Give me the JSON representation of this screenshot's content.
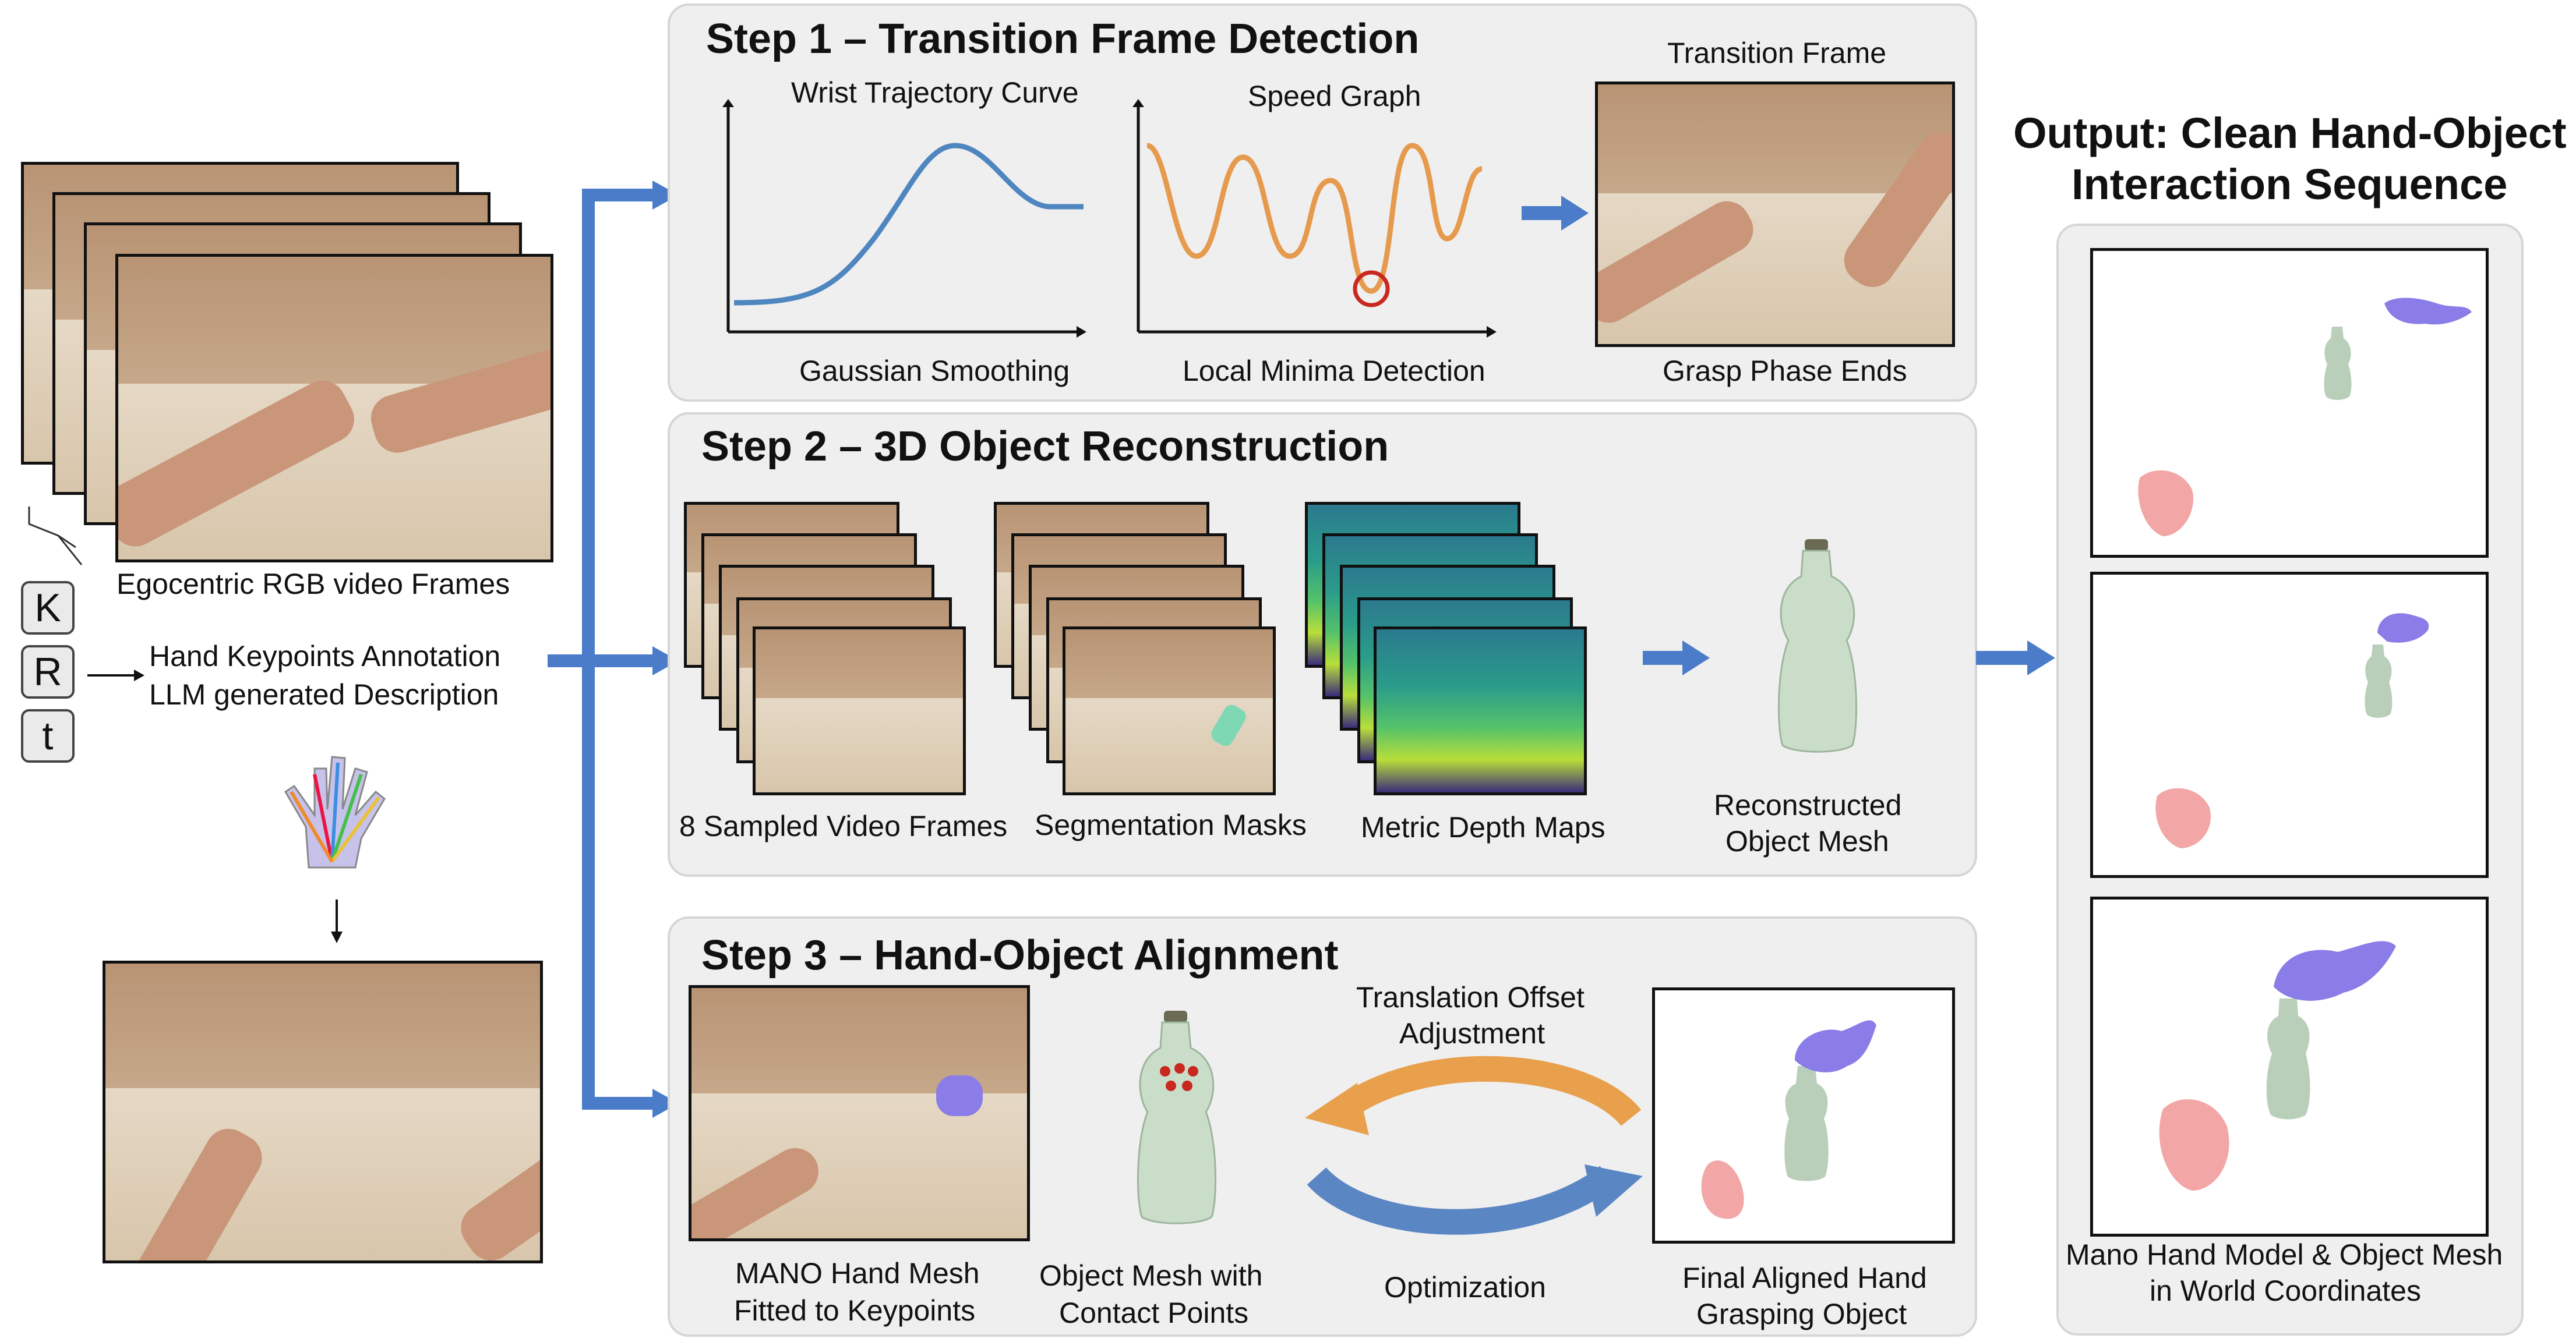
{
  "colors": {
    "arrow": "#4a7cc9",
    "curve": "#4f86c0",
    "speed": "#e69a4e",
    "minima": "#c8281e",
    "orange_arrow": "#e8a04c",
    "blue_arrow": "#5a86c4",
    "panel_bg": "#efefef",
    "hand_purple": "#8a7de8",
    "hand_pink": "#f2a6a6",
    "bottle": "#c9ddc9"
  },
  "input": {
    "frames_caption": "Egocentric RGB video Frames",
    "keys": [
      "K",
      "R",
      "t"
    ],
    "annotation_line1": "Hand Keypoints Annotation",
    "annotation_line2": "LLM generated Description"
  },
  "step1": {
    "title": "Step 1 – Transition Frame Detection",
    "wrist_label": "Wrist Trajectory Curve",
    "smoothing_label": "Gaussian Smoothing",
    "speed_label": "Speed Graph",
    "minima_label": "Local Minima Detection",
    "transition_label": "Transition Frame",
    "grasp_label": "Grasp Phase Ends"
  },
  "step2": {
    "title": "Step 2 – 3D Object Reconstruction",
    "sampled_label": "8 Sampled Video Frames",
    "seg_label": "Segmentation Masks",
    "depth_label": "Metric Depth Maps",
    "mesh_label_line1": "Reconstructed",
    "mesh_label_line2": "Object Mesh"
  },
  "step3": {
    "title": "Step 3 – Hand-Object Alignment",
    "mano_line1": "MANO Hand Mesh",
    "mano_line2": "Fitted to Keypoints",
    "contact_line1": "Object Mesh with",
    "contact_line2": "Contact Points",
    "offset_line1": "Translation Offset",
    "offset_line2": "Adjustment",
    "optim_label": "Optimization",
    "final_line1": "Final Aligned Hand",
    "final_line2": "Grasping Object"
  },
  "output": {
    "title_line1": "Output: Clean Hand-Object",
    "title_line2": "Interaction Sequence",
    "caption_line1": "Mano Hand Model & Object Mesh",
    "caption_line2": "in World Coordinates"
  }
}
